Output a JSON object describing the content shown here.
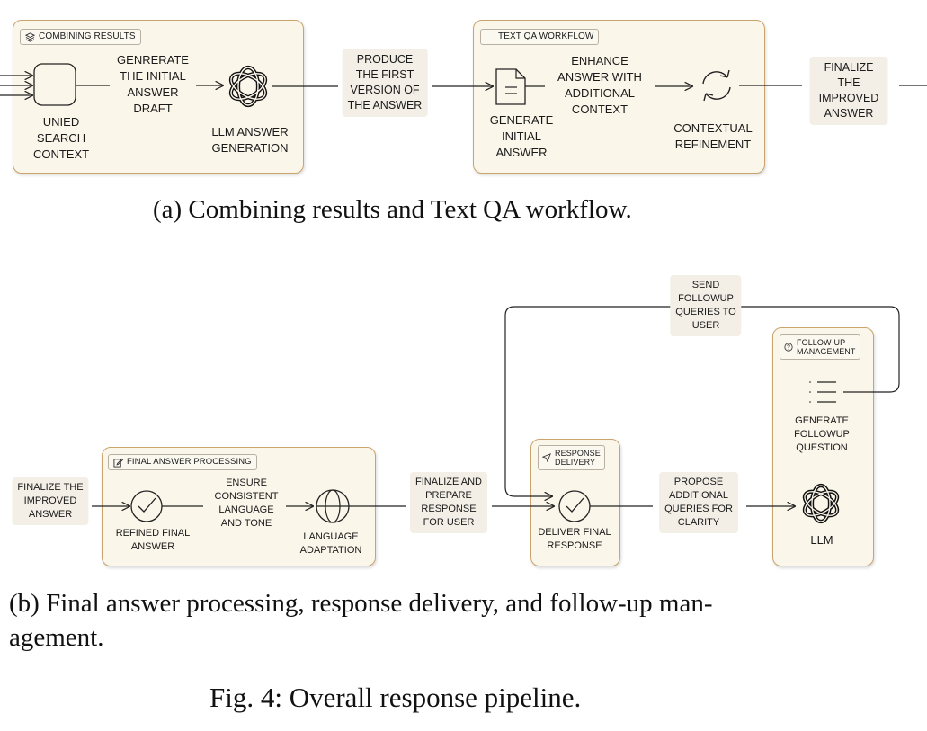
{
  "part_a": {
    "combining_results": {
      "tag": "COMBINING RESULTS",
      "unied_search_context": "UNIED\nSEARCH\nCONTEXT",
      "genrerate_label": "GENRERATE\nTHE INITIAL\nANSWER\nDRAFT",
      "llm_answer_generation": "LLM ANSWER\nGENERATION"
    },
    "produce_label": "PRODUCE\nTHE FIRST\nVERSION OF\nTHE ANSWER",
    "text_qa_workflow": {
      "tag": "TEXT QA WORKFLOW",
      "generate_initial_answer": "GENERATE\nINITIAL\nANSWER",
      "enhance_label": "ENHANCE\nANSWER WITH\nADDITIONAL\nCONTEXT",
      "contextual_refinement": "CONTEXTUAL\nREFINEMENT"
    },
    "finalize_label": "FINALIZE THE\nIMPROVED\nANSWER",
    "caption": "(a) Combining results and Text QA workflow."
  },
  "part_b": {
    "finalize_input": "FINALIZE THE\nIMPROVED\nANSWER",
    "final_answer_processing": {
      "tag": "FINAL ANSWER PROCESSING",
      "refined_final_answer": "REFINED FINAL\nANSWER",
      "ensure_label": "ENSURE\nCONSISTENT\nLANGUAGE\nAND TONE",
      "language_adaptation": "LANGUAGE\nADAPTATION"
    },
    "finalize_prepare_label": "FINALIZE AND\nPREPARE\nRESPONSE\nFOR USER",
    "response_delivery": {
      "tag": "RESPONSE\nDELIVERY",
      "deliver_final_response": "DELIVER FINAL\nRESPONSE"
    },
    "propose_label": "PROPOSE\nADDITIONAL\nQUERIES FOR\nCLARITY",
    "send_followup_label": "SEND\nFOLLOWUP\nQUERIES TO\nUSER",
    "follow_up_management": {
      "tag": "FOLLOW-UP\nMANAGEMENT",
      "generate_followup_question": "GENERATE\nFOLLOWUP\nQUESTION",
      "llm": "LLM"
    },
    "caption": "(b) Final answer processing, response delivery, and follow-up man-\nagement."
  },
  "figure_caption": "Fig. 4: Overall response pipeline."
}
